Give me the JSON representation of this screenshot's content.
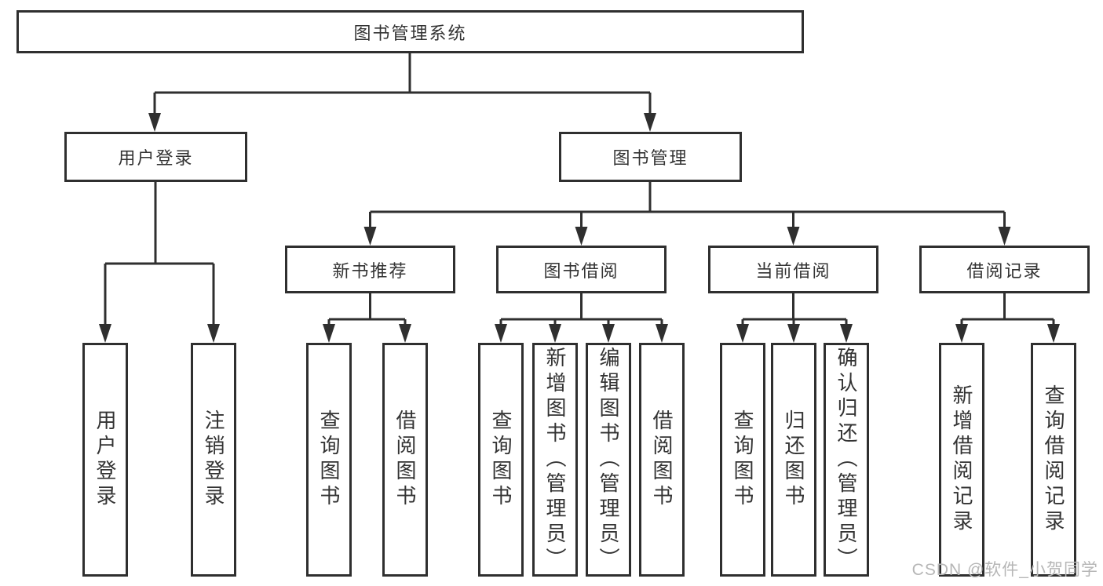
{
  "diagram": {
    "root": {
      "label": "图书管理系统"
    },
    "level2": [
      {
        "label": "用户登录"
      },
      {
        "label": "图书管理"
      }
    ],
    "level3": [
      {
        "label": "新书推荐"
      },
      {
        "label": "图书借阅"
      },
      {
        "label": "当前借阅"
      },
      {
        "label": "借阅记录"
      }
    ],
    "leaves": {
      "user": [
        "用户登录",
        "注销登录"
      ],
      "recommend": [
        "查询图书",
        "借阅图书"
      ],
      "borrow": [
        "查询图书",
        "新增图书（管理员）",
        "编辑图书（管理员）",
        "借阅图书"
      ],
      "current": [
        "查询图书",
        "归还图书",
        "确认归还（管理员）"
      ],
      "records": [
        "新增借阅记录",
        "查询借阅记录"
      ]
    }
  },
  "watermark": {
    "text": "CSDN @软件_小贺同学"
  },
  "colors": {
    "line": "#2f2f2f",
    "text": "#333333",
    "background": "#ffffff",
    "watermark": "#b6b6b6"
  }
}
